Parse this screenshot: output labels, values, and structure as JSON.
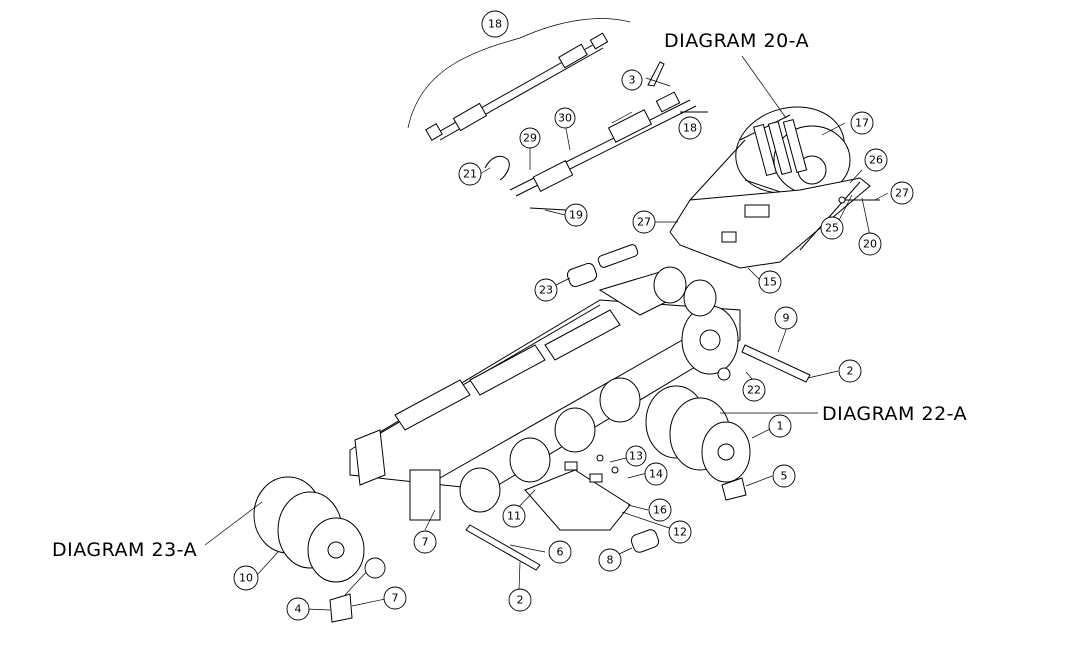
{
  "labels": {
    "diagram_20a": "DIAGRAM 20-A",
    "diagram_22a": "DIAGRAM 22-A",
    "diagram_23a": "DIAGRAM 23-A"
  },
  "callouts": [
    "18",
    "3",
    "30",
    "29",
    "21",
    "19",
    "18",
    "17",
    "26",
    "27",
    "27",
    "25",
    "20",
    "15",
    "23",
    "9",
    "2",
    "22",
    "1",
    "5",
    "14",
    "13",
    "16",
    "12",
    "6",
    "8",
    "2",
    "7",
    "11",
    "7",
    "10",
    "4"
  ]
}
